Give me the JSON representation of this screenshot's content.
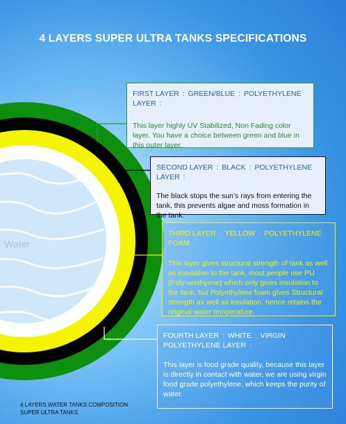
{
  "title": "4 LAYERS SUPER ULTRA TANKS SPECIFICATIONS",
  "colors": {
    "green": "#0f8f0f",
    "black": "#000000",
    "yellow": "#f5f500",
    "white": "#ffffff",
    "water": "#cfe7fb"
  },
  "layers": [
    {
      "name": "FIRST LAYER",
      "color": "GREEN/BLUE",
      "material": "POLYETHYLENE LAYER",
      "description": "This layer highly UV Stabilized,  Non Fading color layer. You have a choice between green and blue in this outer layer."
    },
    {
      "name": "SECOND LAYER",
      "color": "BLACK",
      "material": "POLYETHYLENE LAYER",
      "description": "The black stops the sun’s rays from entering the tank, this prevents algae and moss formation in the tank."
    },
    {
      "name": "THIRD LAYER",
      "color": "YELLOW",
      "material": "POLYETHYLENE FOAM",
      "description": "This layer gives structural strength of tank as well as insulation to the tank, most people use PU (Poly-urethyene) which only gives  insulation to the tank, but  Polyethylene foam gives Structural strength as well as insulation. hence retains the original water temperature."
    },
    {
      "name": "FOURTH LAYER",
      "color": "WHITE",
      "material": "VIRGIN POLYETHYLENE LAYER",
      "description": "This layer is food grade quality, because this layer is directly in contact with water, we are using virgin food grade polyethylene, which keeps the purity of water."
    }
  ],
  "water_label": "Water",
  "footer": {
    "line1": "4 LAYERS WATER TANKS COMPOSITION",
    "line2": "SUPER ULTRA TANKS"
  }
}
